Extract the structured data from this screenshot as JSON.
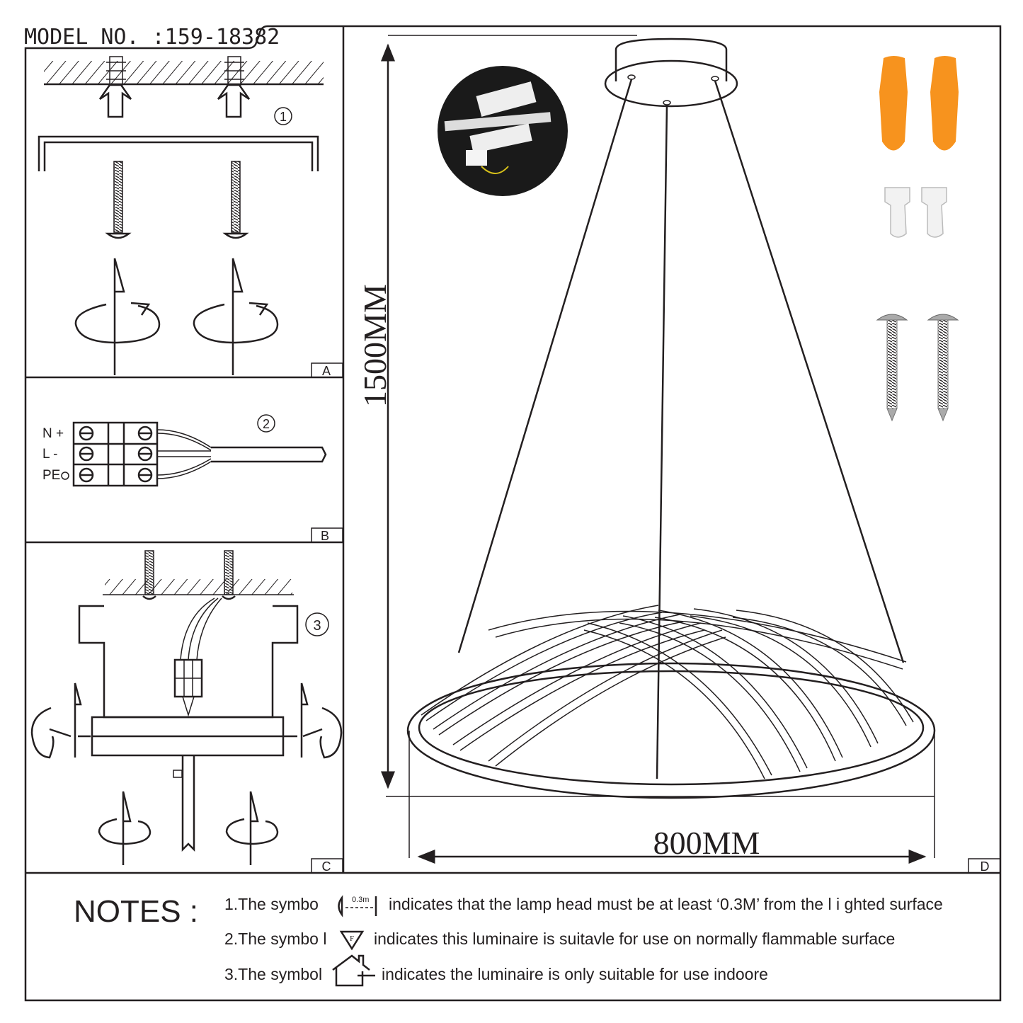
{
  "header": {
    "model_number": "MODEL NO. :159-18382"
  },
  "panels": {
    "a": {
      "label": "A",
      "step": "1"
    },
    "b": {
      "label": "B",
      "step": "2",
      "terminals": [
        "N +",
        "L -",
        "PE"
      ]
    },
    "c": {
      "label": "C",
      "step": "3"
    },
    "d": {
      "label": "D",
      "height_dimension": "1500MM",
      "width_dimension": "800MM"
    }
  },
  "notes": {
    "title": "NOTES :",
    "items": [
      {
        "prefix": "1.The symbo",
        "symbol_text": "0.3m",
        "text": "indicates that the lamp head must be at least ‘0.3M’ from the l i ghted surface"
      },
      {
        "prefix": "2.The symbo l",
        "symbol_text": "F",
        "text": "indicates this luminaire is suitavle for use on normally flammable surface"
      },
      {
        "prefix": "3.The symbol",
        "text": "indicates the luminaire is only suitable for use indoore"
      }
    ]
  },
  "colors": {
    "line": "#231f20",
    "anchor_orange": "#f7931e",
    "driver_black": "#1a1a1a"
  }
}
